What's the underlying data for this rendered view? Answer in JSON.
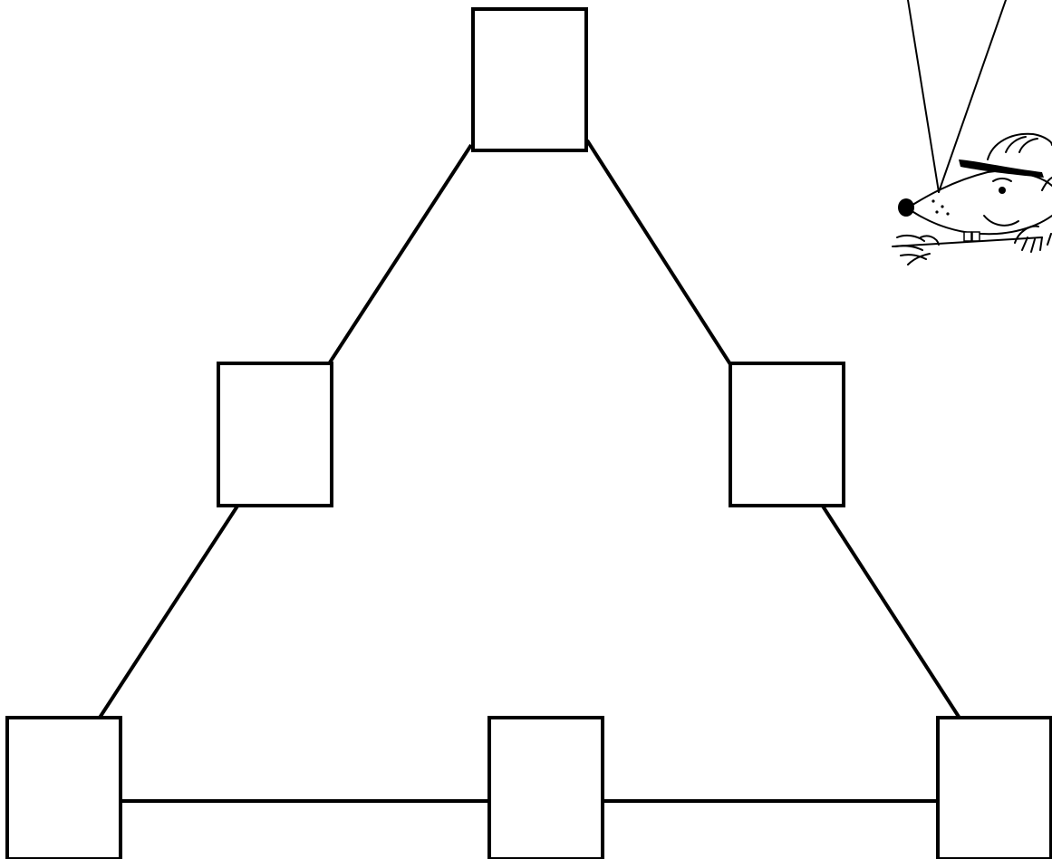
{
  "diagram": {
    "type": "triangle-of-boxes",
    "boxes": [
      {
        "id": "top",
        "label": ""
      },
      {
        "id": "middle-left",
        "label": ""
      },
      {
        "id": "middle-right",
        "label": ""
      },
      {
        "id": "bottom-left",
        "label": ""
      },
      {
        "id": "bottom-center",
        "label": ""
      },
      {
        "id": "bottom-right",
        "label": ""
      }
    ],
    "connections": [
      [
        "top",
        "middle-left"
      ],
      [
        "top",
        "middle-right"
      ],
      [
        "middle-left",
        "bottom-left"
      ],
      [
        "middle-right",
        "bottom-right"
      ],
      [
        "bottom-left",
        "bottom-center"
      ],
      [
        "bottom-center",
        "bottom-right"
      ]
    ],
    "stroke_color": "#000000",
    "fill_color": "#ffffff"
  },
  "mascot": {
    "icon": "mole-with-hard-hat-icon",
    "description_visible_text": ""
  }
}
